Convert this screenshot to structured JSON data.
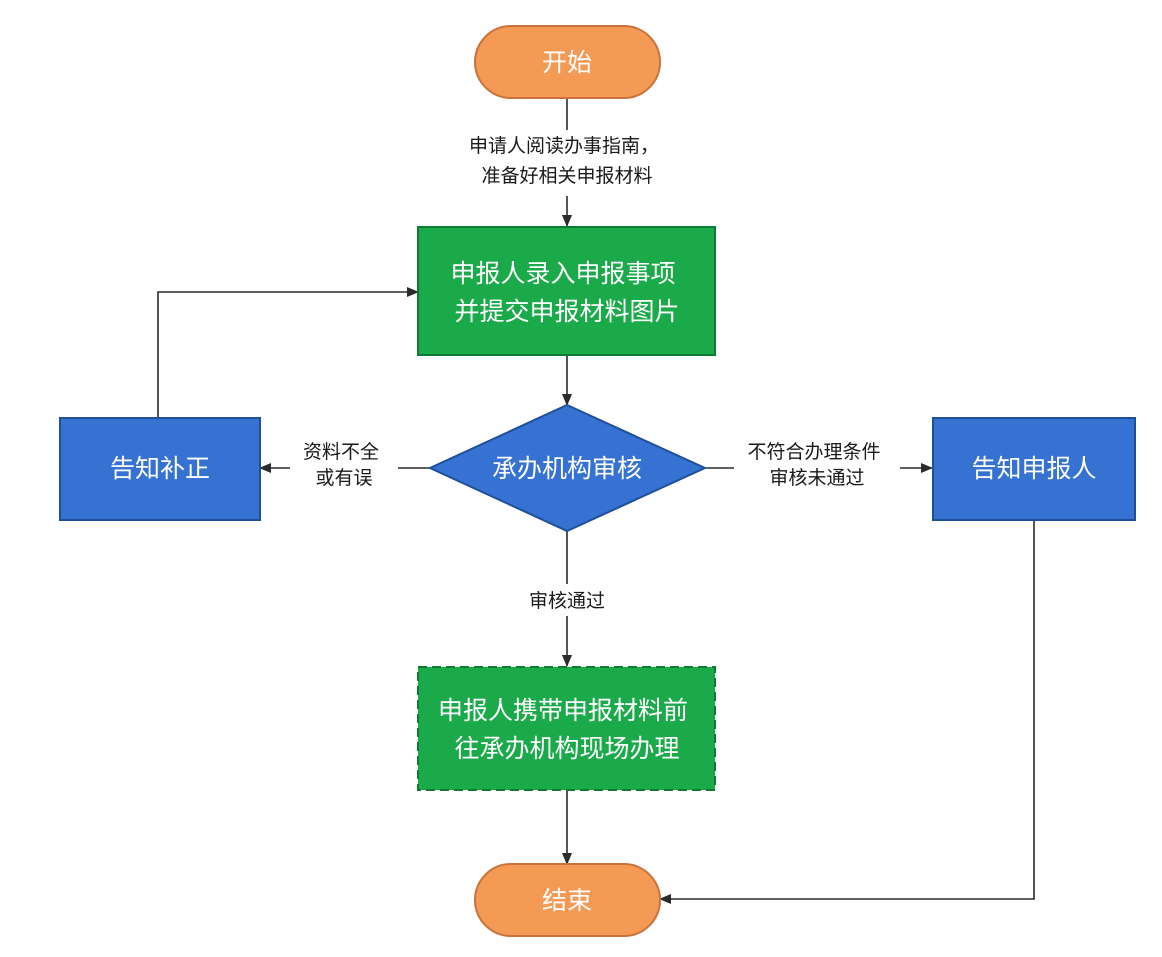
{
  "colors": {
    "terminal_fill": "#F59A55",
    "terminal_stroke": "#C8733A",
    "process_green": "#1BAA4A",
    "process_green_stroke": "#0E7A33",
    "process_blue": "#3572D2",
    "process_blue_stroke": "#1F4F9A",
    "decision_fill": "#3572D2",
    "line": "#2b2b2b",
    "label_text": "#1a1a1a",
    "node_text": "#ffffff"
  },
  "nodes": {
    "start": {
      "lines": [
        "开始"
      ]
    },
    "submit": {
      "lines": [
        "申报人录入申报事项",
        "并提交申报材料图片"
      ]
    },
    "review": {
      "lines": [
        "承办机构审核"
      ]
    },
    "supplement": {
      "lines": [
        "告知补正"
      ]
    },
    "notify": {
      "lines": [
        "告知申报人"
      ]
    },
    "onsite": {
      "lines": [
        "申报人携带申报材料前",
        "往承办机构现场办理"
      ]
    },
    "end": {
      "lines": [
        "结束"
      ]
    }
  },
  "edges": {
    "start_to_submit": {
      "lines": [
        "申请人阅读办事指南，",
        "准备好相关申报材料"
      ]
    },
    "review_to_supplement": {
      "lines": [
        "资料不全",
        "或有误"
      ]
    },
    "review_to_notify": {
      "lines": [
        "不符合办理条件",
        "审核未通过"
      ]
    },
    "review_to_onsite": {
      "lines": [
        "审核通过"
      ]
    }
  }
}
